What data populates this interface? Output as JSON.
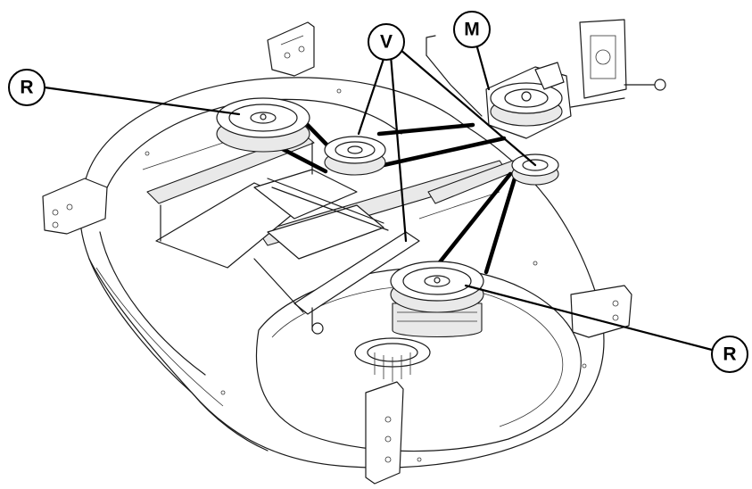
{
  "callouts": {
    "r_left": "R",
    "v_top": "V",
    "m_top": "M",
    "r_right": "R"
  }
}
